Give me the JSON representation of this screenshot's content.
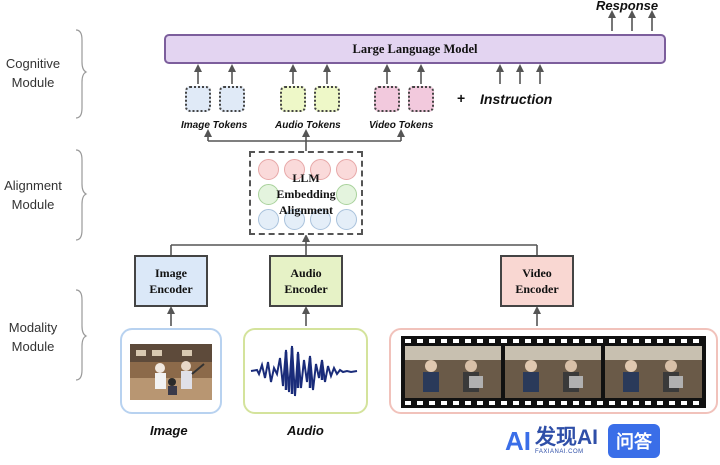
{
  "side_labels": {
    "cognitive": [
      "Cognitive",
      "Module"
    ],
    "alignment": [
      "Alignment",
      "Module"
    ],
    "modality": [
      "Modality",
      "Module"
    ]
  },
  "llm": {
    "label": "Large Language Model",
    "output_label": "Response"
  },
  "tokens": {
    "image": "Image Tokens",
    "audio": "Audio Tokens",
    "video": "Video Tokens",
    "plus": "+",
    "instruction": "Instruction"
  },
  "alignment": {
    "lines": [
      "LLM",
      "Embedding",
      "Alignment"
    ]
  },
  "encoders": {
    "image": [
      "Image",
      "Encoder"
    ],
    "audio": [
      "Audio",
      "Encoder"
    ],
    "video": [
      "Video",
      "Encoder"
    ]
  },
  "inputs": {
    "image": "Image",
    "audio": "Audio"
  },
  "colors": {
    "llm_fill": "#e3d4f1",
    "image": "#dbe8f8",
    "audio": "#e6f2c6",
    "video": "#f9d7d2",
    "image_token": "#e0eaf7",
    "audio_token": "#eef8c8",
    "video_token": "#f2c9dd"
  },
  "watermark": {
    "logo": "AI",
    "name": "发现AI",
    "sub": "FAXIANAI.COM",
    "badge": "问答"
  }
}
